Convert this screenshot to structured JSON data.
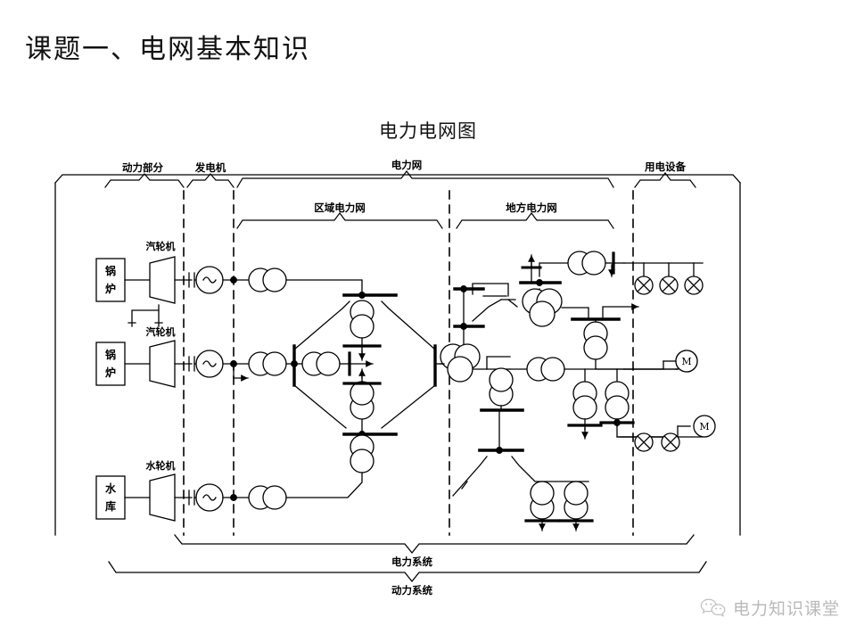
{
  "slide": {
    "title": "课题一、电网基本知识",
    "figure_title": "电力电网图"
  },
  "diagram": {
    "top_braces": [
      {
        "label": "动力部分"
      },
      {
        "label": "发电机"
      },
      {
        "label": "电力网"
      },
      {
        "label": "用电设备"
      }
    ],
    "second_braces": [
      {
        "label": "区域电力网"
      },
      {
        "label": "地方电力网"
      }
    ],
    "bottom_braces": [
      {
        "label": "电力系统"
      },
      {
        "label": "动力系统"
      }
    ],
    "rows": [
      {
        "source": "锅炉",
        "prime_mover": "汽轮机"
      },
      {
        "source": "锅炉",
        "prime_mover": "汽轮机"
      },
      {
        "source": "水库",
        "prime_mover": "水轮机"
      }
    ],
    "motor_label": "M",
    "colors": {
      "line": "#000000",
      "background": "#ffffff",
      "watermark_text": "#8f8f8f"
    }
  },
  "watermark": {
    "text": "电力知识课堂",
    "icon": "wechat-icon"
  }
}
